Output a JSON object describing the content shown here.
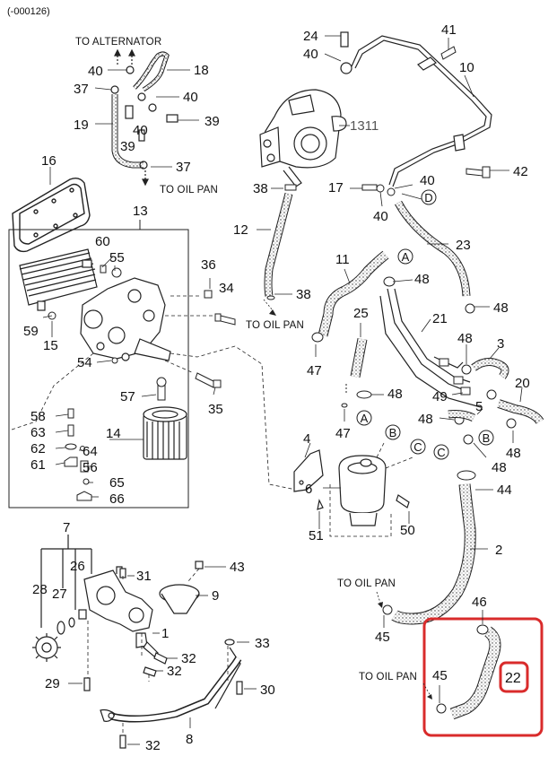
{
  "diagram": {
    "code": "(-000126)",
    "labels": {
      "to_alternator": "TO ALTERNATOR",
      "to_oil_pan_1": "TO OIL PAN",
      "to_oil_pan_2": "TO OIL PAN",
      "to_oil_pan_3": "TO OIL PAN",
      "to_oil_pan_4": "TO OIL PAN"
    },
    "callouts": [
      "A",
      "A",
      "B",
      "B",
      "C",
      "C",
      "D"
    ],
    "parts": {
      "p1311": "1311",
      "p24": "24",
      "p40a": "40",
      "p41": "41",
      "p10": "10",
      "p40b": "40",
      "p18": "18",
      "p37a": "37",
      "p40c": "40",
      "p19": "19",
      "p40d": "40",
      "p39a": "39",
      "p39b": "39",
      "p37b": "37",
      "p42": "42",
      "p17": "17",
      "p40e": "40",
      "p40f": "40",
      "p16": "16",
      "p38a": "38",
      "p12": "12",
      "p23": "23",
      "p13": "13",
      "p60": "60",
      "p55": "55",
      "p36": "36",
      "p34": "34",
      "p11": "11",
      "p48a": "48",
      "p38b": "38",
      "p48b": "48",
      "p59": "59",
      "p15": "15",
      "p25": "25",
      "p21": "21",
      "p54": "54",
      "p47a": "47",
      "p48c": "48",
      "p3": "3",
      "p57": "57",
      "p35": "35",
      "p48d": "48",
      "p49": "49",
      "p20": "20",
      "p58": "58",
      "p14": "14",
      "p63": "63",
      "p47b": "47",
      "p48e": "48",
      "p5": "5",
      "p62": "62",
      "p64": "64",
      "p48f": "48",
      "p61": "61",
      "p56": "56",
      "p4": "4",
      "p48g": "48",
      "p65": "65",
      "p66": "66",
      "p6": "6",
      "p44": "44",
      "p51": "51",
      "p50": "50",
      "p7": "7",
      "p26": "26",
      "p31": "31",
      "p43": "43",
      "p2": "2",
      "p28": "28",
      "p27": "27",
      "p9": "9",
      "p46": "46",
      "p1": "1",
      "p45a": "45",
      "p33": "33",
      "p32a": "32",
      "p32b": "32",
      "p29": "29",
      "p30": "30",
      "p45b": "45",
      "p22": "22",
      "p8": "8",
      "p32c": "32"
    },
    "highlight_color": "#d92b2b"
  }
}
